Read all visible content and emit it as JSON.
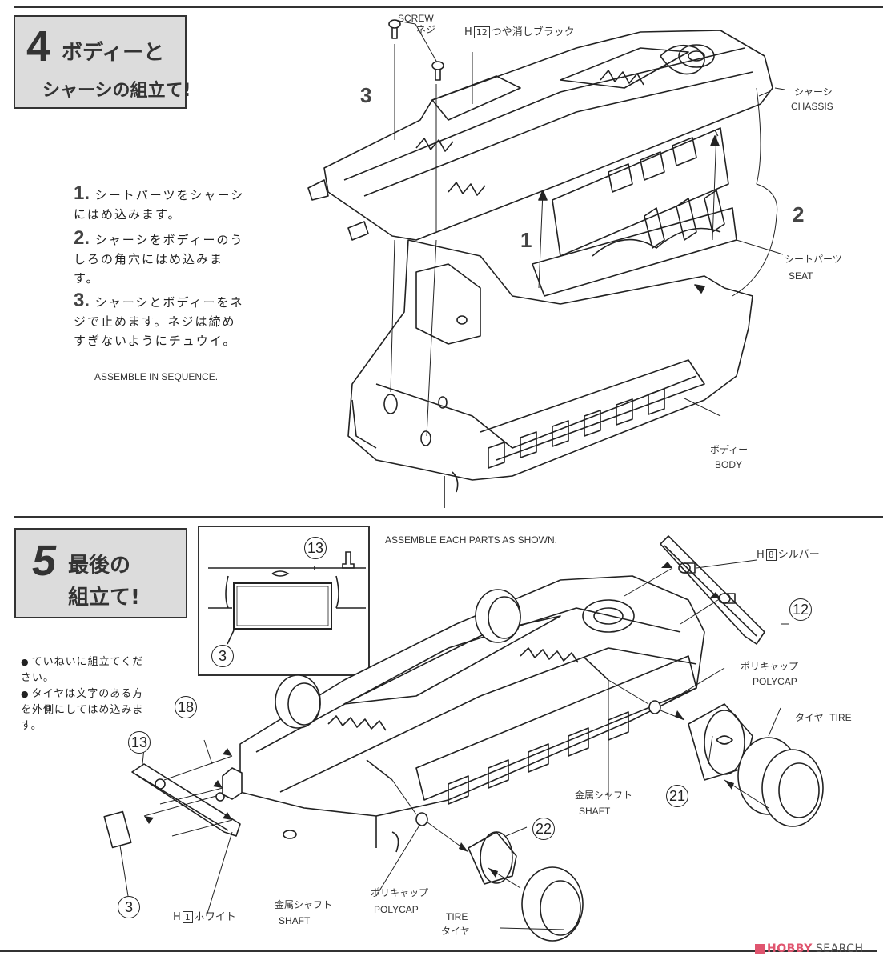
{
  "step4": {
    "number": "4",
    "title_line1": "ボディーと",
    "title_line2": "シャーシの組立て!",
    "instructions": [
      {
        "num": "1.",
        "text": "シートパーツをシャーシにはめ込みます。"
      },
      {
        "num": "2.",
        "text": "シャーシをボディーのうしろの角穴にはめ込みます。"
      },
      {
        "num": "3.",
        "text": "シャーシとボディーをネジで止めます。ネジは締めすぎないようにチュウイ。"
      }
    ],
    "sequence_note": "ASSEMBLE IN SEQUENCE.",
    "labels": {
      "screw_en": "SCREW",
      "screw_jp": "ネジ",
      "paint_prefix": "H",
      "paint_num": "12",
      "paint_name": "つや消しブラック",
      "chassis_jp": "シャーシ",
      "chassis_en": "CHASSIS",
      "seat_jp": "シートパーツ",
      "seat_en": "SEAT",
      "body_jp": "ボディー",
      "body_en": "BODY"
    },
    "callouts": [
      "1",
      "2",
      "3"
    ]
  },
  "step5": {
    "number": "5",
    "title_line1": "最後の",
    "title_line2": "組立て!",
    "notes": [
      "ていねいに組立てください。",
      "タイヤは文字のある方を外側にしてはめ込みます。"
    ],
    "assemble_note": "ASSEMBLE EACH PARTS AS SHOWN.",
    "inset_parts": [
      "13",
      "3"
    ],
    "part_numbers": {
      "p12": "12",
      "p13": "13",
      "p18": "18",
      "p3": "3",
      "p21": "21",
      "p22": "22"
    },
    "labels": {
      "silver_prefix": "H",
      "silver_num": "8",
      "silver_name": "シルバー",
      "white_prefix": "H",
      "white_num": "1",
      "white_name": "ホワイト",
      "polycap_jp": "ポリキャップ",
      "polycap_en": "POLYCAP",
      "tire_jp": "タイヤ",
      "tire_en": "TIRE",
      "shaft_jp": "金属シャフト",
      "shaft_en": "SHAFT"
    }
  },
  "watermark": {
    "brand1": "HOBBY",
    "brand2": "SEARCH",
    "brand_color": "#e0556f",
    "text_color": "#555555"
  }
}
